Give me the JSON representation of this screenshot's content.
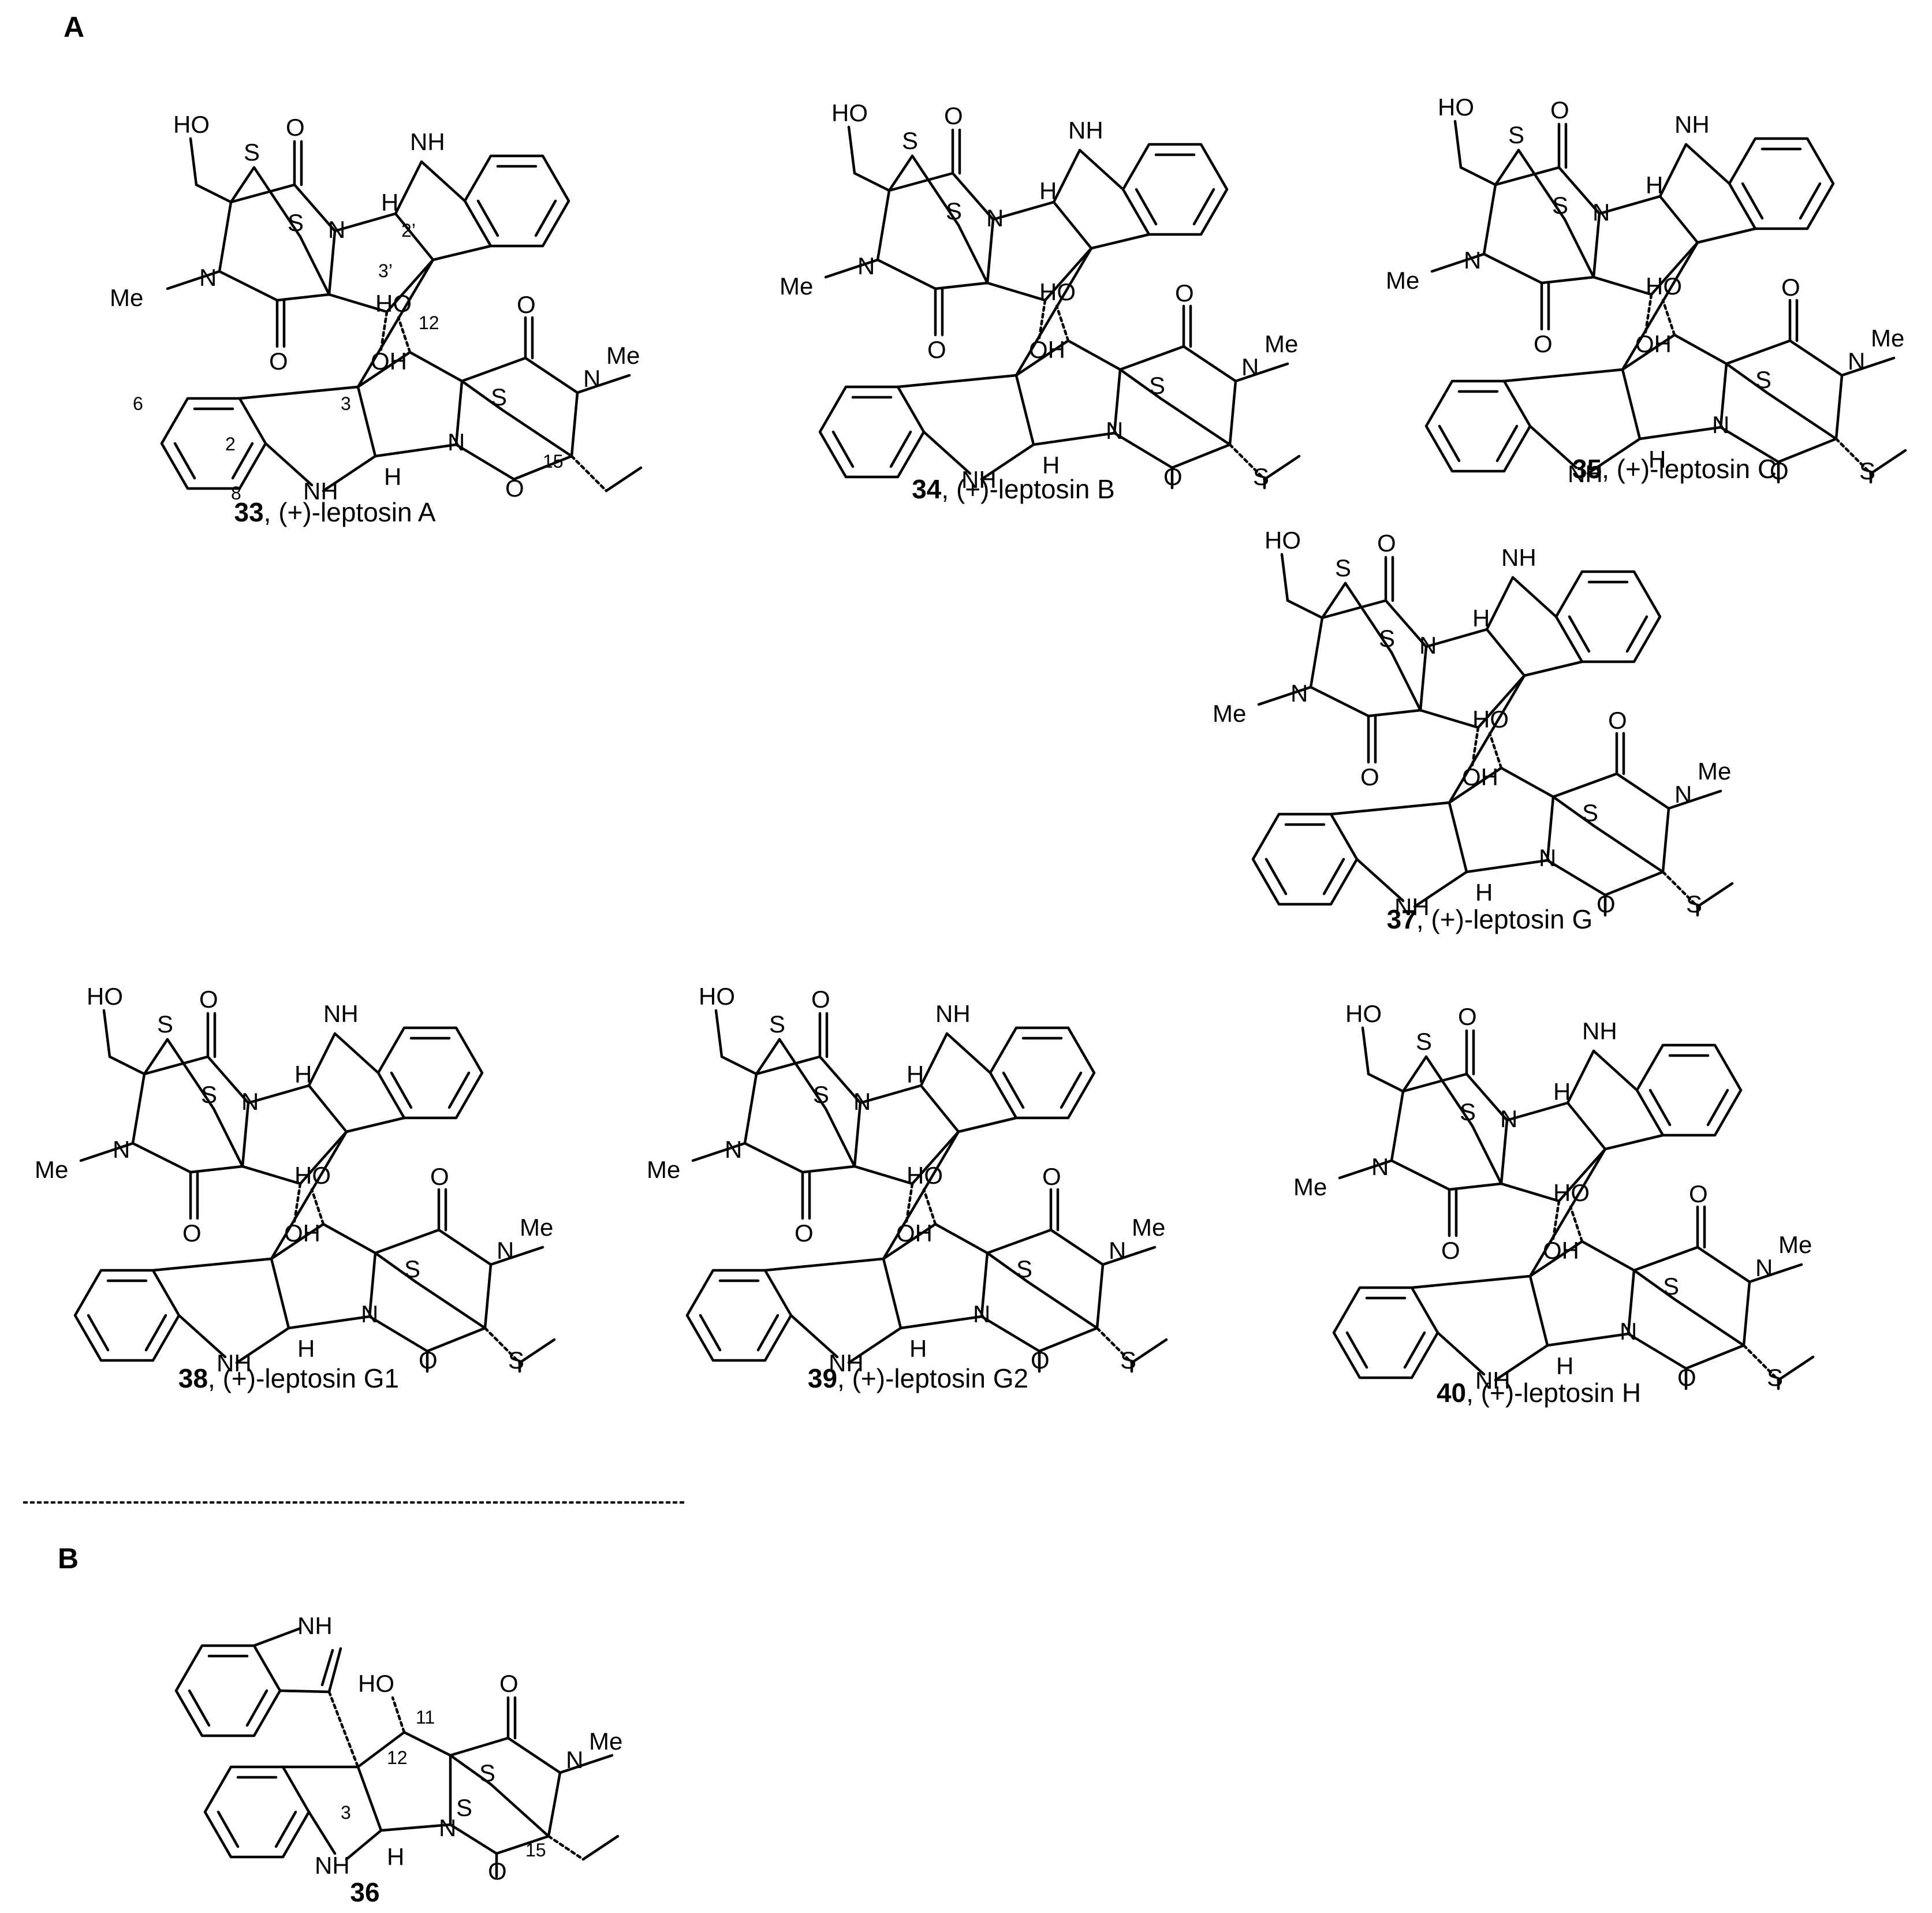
{
  "panels": {
    "a": "A",
    "b": "B"
  },
  "atoms": {
    "ho": "HO",
    "oh": "OH",
    "s": "S",
    "o": "O",
    "n": "N",
    "nh": "NH",
    "hn": "H",
    "h": "H",
    "me_left": "Me",
    "me_right": "Me"
  },
  "numbering": {
    "c2p": "2’",
    "c3p": "3’",
    "c12": "12",
    "c3": "3",
    "c2": "2",
    "c6": "6",
    "c8": "8",
    "c15": "15",
    "c11": "11"
  },
  "compounds": [
    {
      "id": "33",
      "name": ", (+)-leptosin A"
    },
    {
      "id": "34",
      "name": ", (+)-leptosin B"
    },
    {
      "id": "35",
      "name": ", (+)-leptosin C"
    },
    {
      "id": "37",
      "name": ", (+)-leptosin G"
    },
    {
      "id": "38",
      "name": ", (+)-leptosin G1"
    },
    {
      "id": "39",
      "name": ", (+)-leptosin G2"
    },
    {
      "id": "40",
      "name": ", (+)-leptosin H"
    },
    {
      "id": "36",
      "name": ""
    }
  ]
}
